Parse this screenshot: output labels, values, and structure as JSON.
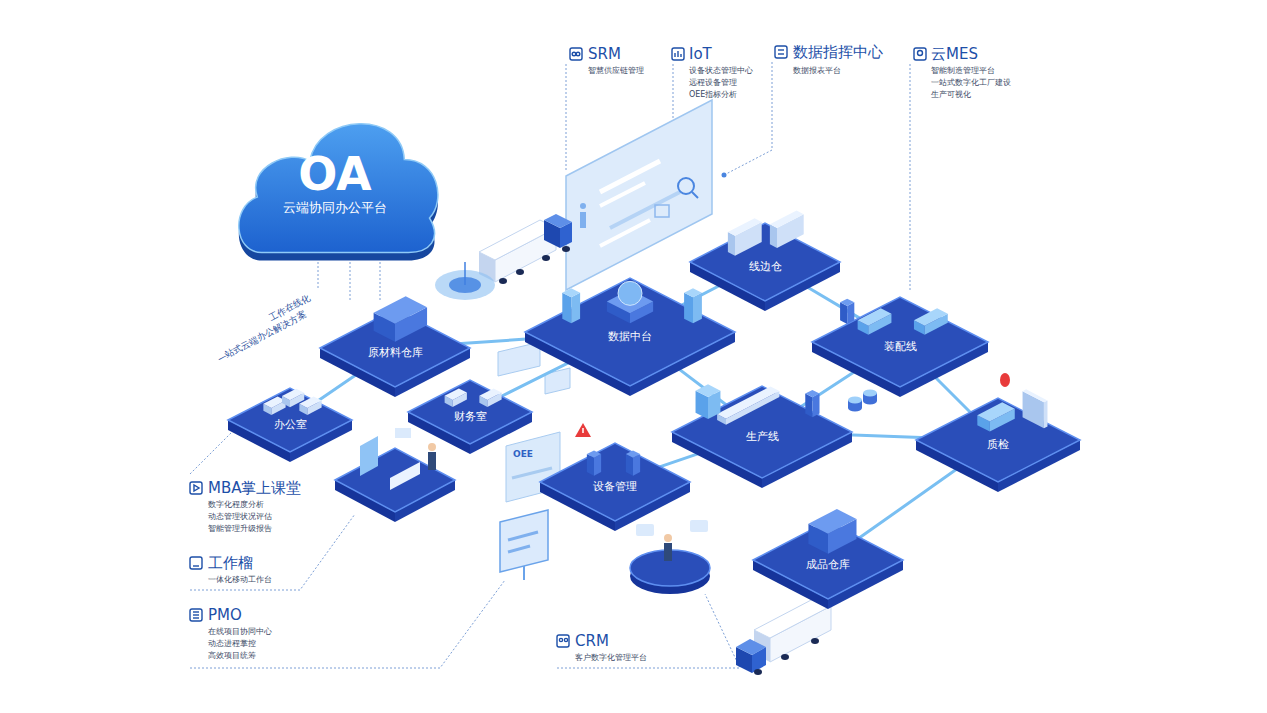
{
  "diagram": {
    "nodes": [
      {
        "text": [
          "OA",
          "云端协同办公平台"
        ]
      },
      {
        "text": [
          "办公室"
        ]
      },
      {
        "text": [
          "原材料仓库"
        ]
      },
      {
        "text": [
          "财务室"
        ]
      },
      {
        "text": [
          "数据中台"
        ]
      },
      {
        "text": [
          "线边仓"
        ]
      },
      {
        "text": [
          "装配线"
        ]
      },
      {
        "text": [
          "生产线"
        ]
      },
      {
        "text": [
          "设备管理"
        ]
      },
      {
        "text": [
          "质检"
        ]
      },
      {
        "text": [
          "成品仓库"
        ]
      }
    ],
    "edges": [
      {
        "from": 1,
        "to": 2,
        "arrow": "none"
      },
      {
        "from": 2,
        "to": 4,
        "arrow": "none"
      },
      {
        "from": 3,
        "to": 4,
        "arrow": "none"
      },
      {
        "from": 4,
        "to": 5,
        "arrow": "none"
      },
      {
        "from": 5,
        "to": 6,
        "arrow": "none"
      },
      {
        "from": 4,
        "to": 7,
        "arrow": "none"
      },
      {
        "from": 7,
        "to": 6,
        "arrow": "none"
      },
      {
        "from": 8,
        "to": 7,
        "arrow": "none"
      },
      {
        "from": 7,
        "to": 9,
        "arrow": "none"
      },
      {
        "from": 6,
        "to": 9,
        "arrow": "none"
      },
      {
        "from": 9,
        "to": 10,
        "arrow": "none"
      }
    ],
    "labels": [
      "SRM",
      "智慧供应链管理",
      "IoT",
      "设备状态管理中心",
      "远程设备管理",
      "OEE指标分析",
      "数据指挥中心",
      "数据报表平台",
      "云MES",
      "智能制造管理平台",
      "一站式数字化工厂建设",
      "生产可视化",
      "一站式云端办公解决方案",
      "工作在线化",
      "MBA掌上课堂",
      "数字化程度分析",
      "动态管理状况评估",
      "智能管理升级报告",
      "工作榴",
      "一体化移动工作台",
      "PMO",
      "在线项目协同中心",
      "动态进程掌控",
      "高效项目统筹",
      "CRM",
      "客户数字化管理平台",
      "OEE"
    ]
  }
}
